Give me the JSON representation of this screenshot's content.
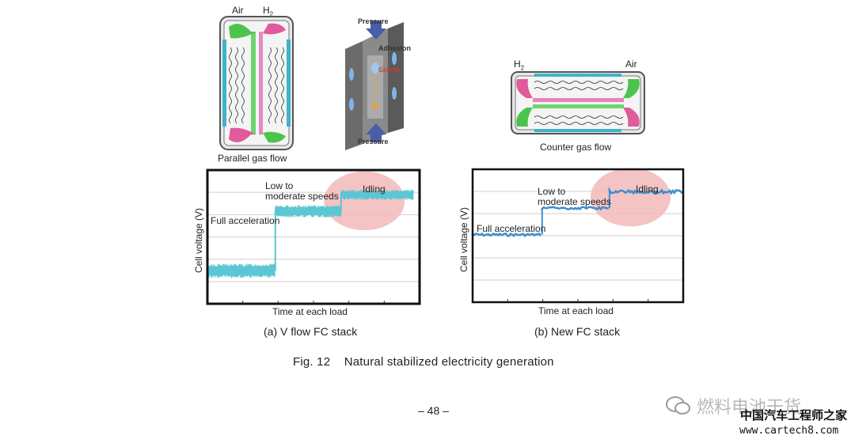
{
  "top_left": {
    "air": "Air",
    "h2": "H",
    "h2_sub": "2",
    "caption": "Parallel gas flow"
  },
  "channel_diagram": {
    "pressure_top": "Pressure",
    "adhesion": "Adhesion",
    "gravity": "Gravity",
    "pressure_bottom": "Pressure"
  },
  "top_right": {
    "h2": "H",
    "h2_sub": "2",
    "air": "Air",
    "caption": "Counter gas flow"
  },
  "chart_data": [
    {
      "type": "line",
      "caption": "(a) V flow FC stack",
      "ylabel": "Cell voltage (V)",
      "xlabel": "Time at each load",
      "annotations": [
        "Full acceleration",
        "Low to\nmoderate speeds",
        "Idling"
      ],
      "series": [
        {
          "label": "Full acceleration",
          "level": 1.6,
          "noise": 0.35
        },
        {
          "label": "Low to moderate speeds",
          "level": 4.5,
          "noise": 0.3
        },
        {
          "label": "Idling",
          "level": 5.3,
          "noise": 0.25
        }
      ],
      "color": "#5cc6d4",
      "highlight": "#f2b8b8",
      "grid": true
    },
    {
      "type": "line",
      "caption": "(b) New FC stack",
      "ylabel": "Cell voltage (V)",
      "xlabel": "Time at each load",
      "annotations": [
        "Full acceleration",
        "Low to\nmoderate speeds",
        "Idling"
      ],
      "series": [
        {
          "label": "Full acceleration",
          "level": 3.3,
          "noise": 0.06
        },
        {
          "label": "Low to moderate speeds",
          "level": 4.6,
          "noise": 0.06
        },
        {
          "label": "Idling",
          "level": 5.4,
          "noise": 0.08
        }
      ],
      "color": "#3d8fcf",
      "highlight": "#f2b8b8",
      "grid": true
    }
  ],
  "figure_title": "Fig. 12    Natural stabilized electricity generation",
  "page_number": "– 48 –",
  "watermark": {
    "cn1": "燃料电池干货",
    "cn2": "中国汽车工程师之家",
    "url": "www.cartech8.com"
  }
}
